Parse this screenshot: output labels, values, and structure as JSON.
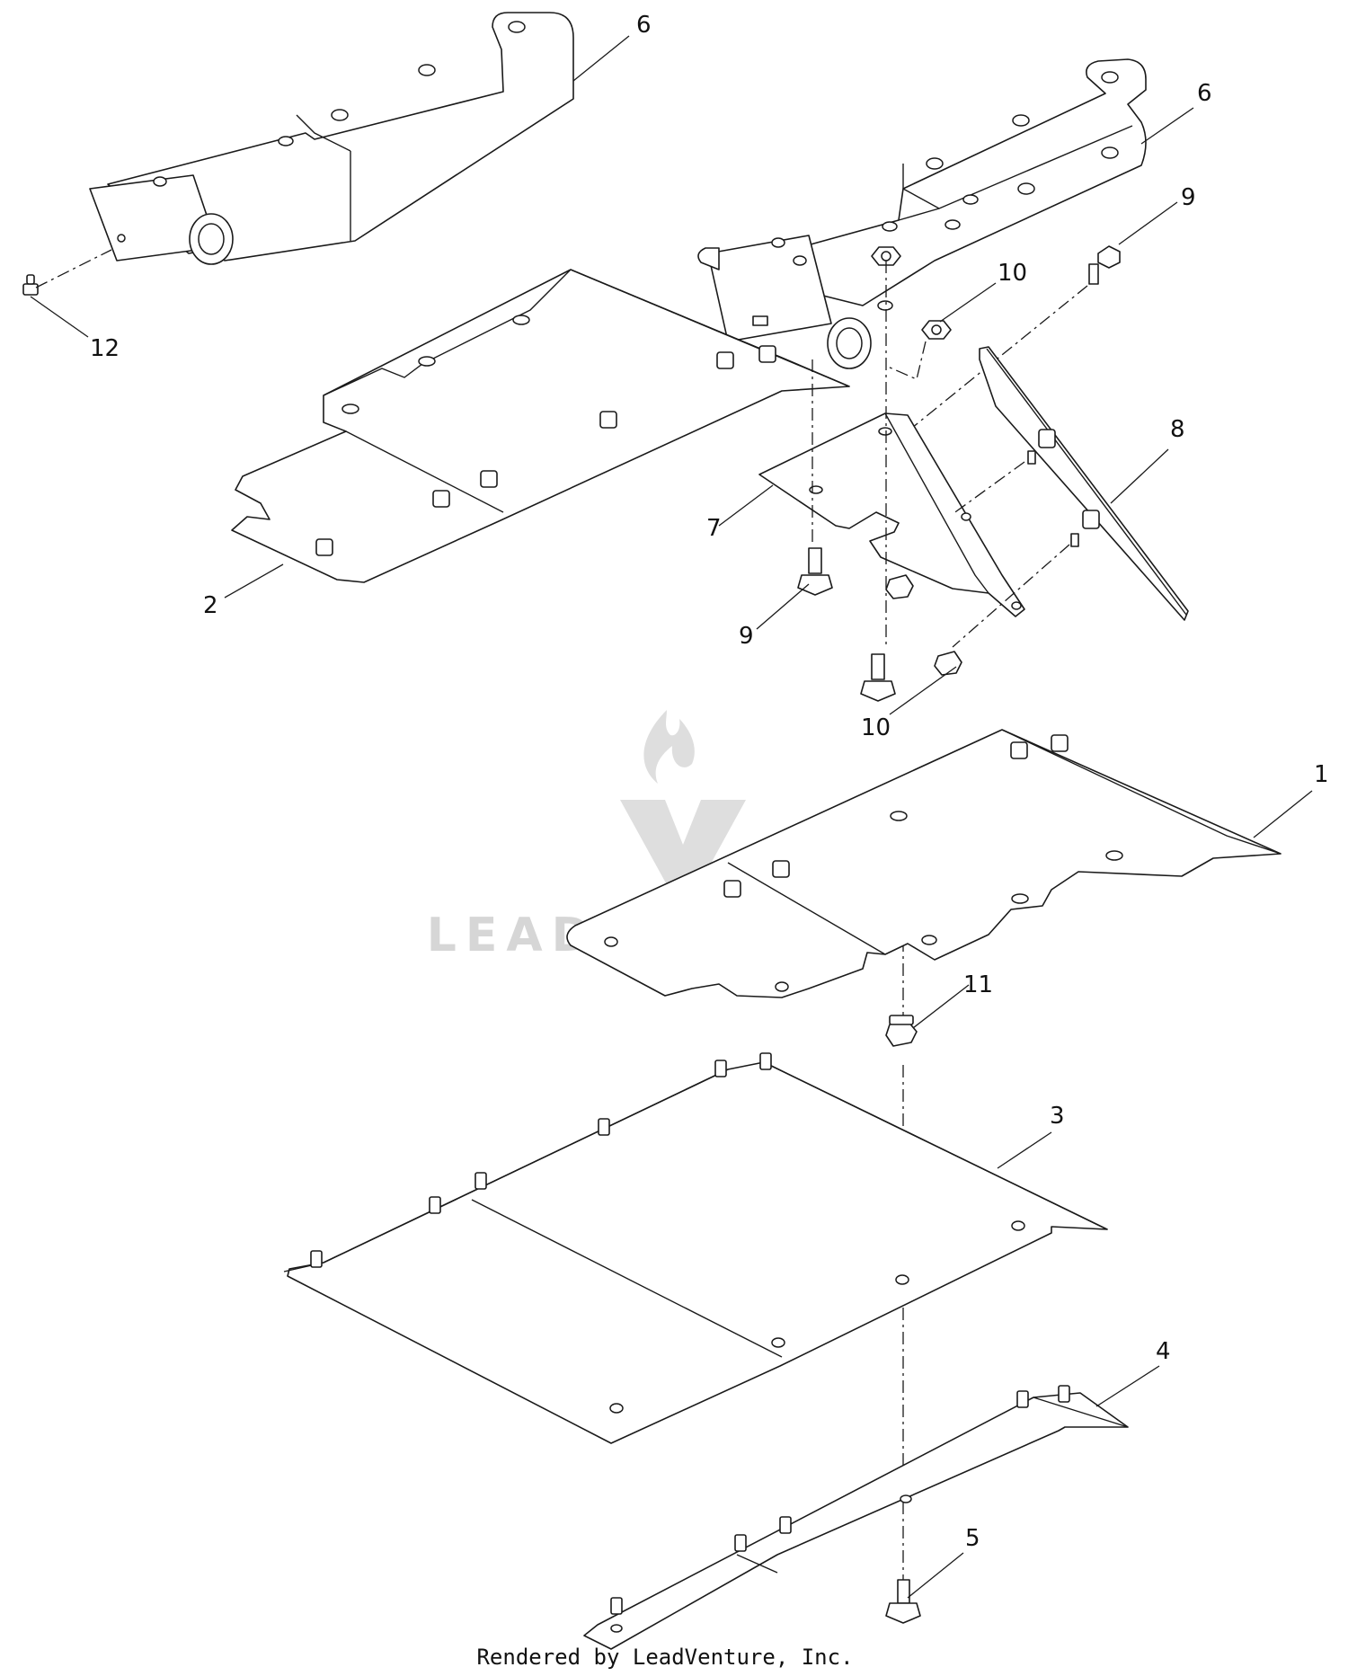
{
  "callouts": [
    "6",
    "6",
    "12",
    "9",
    "10",
    "8",
    "7",
    "2",
    "9",
    "10",
    "1",
    "11",
    "3",
    "4",
    "5"
  ],
  "watermark": {
    "text": "LEADVENTURE"
  },
  "footer": {
    "text": "Rendered by LeadVenture, Inc."
  }
}
